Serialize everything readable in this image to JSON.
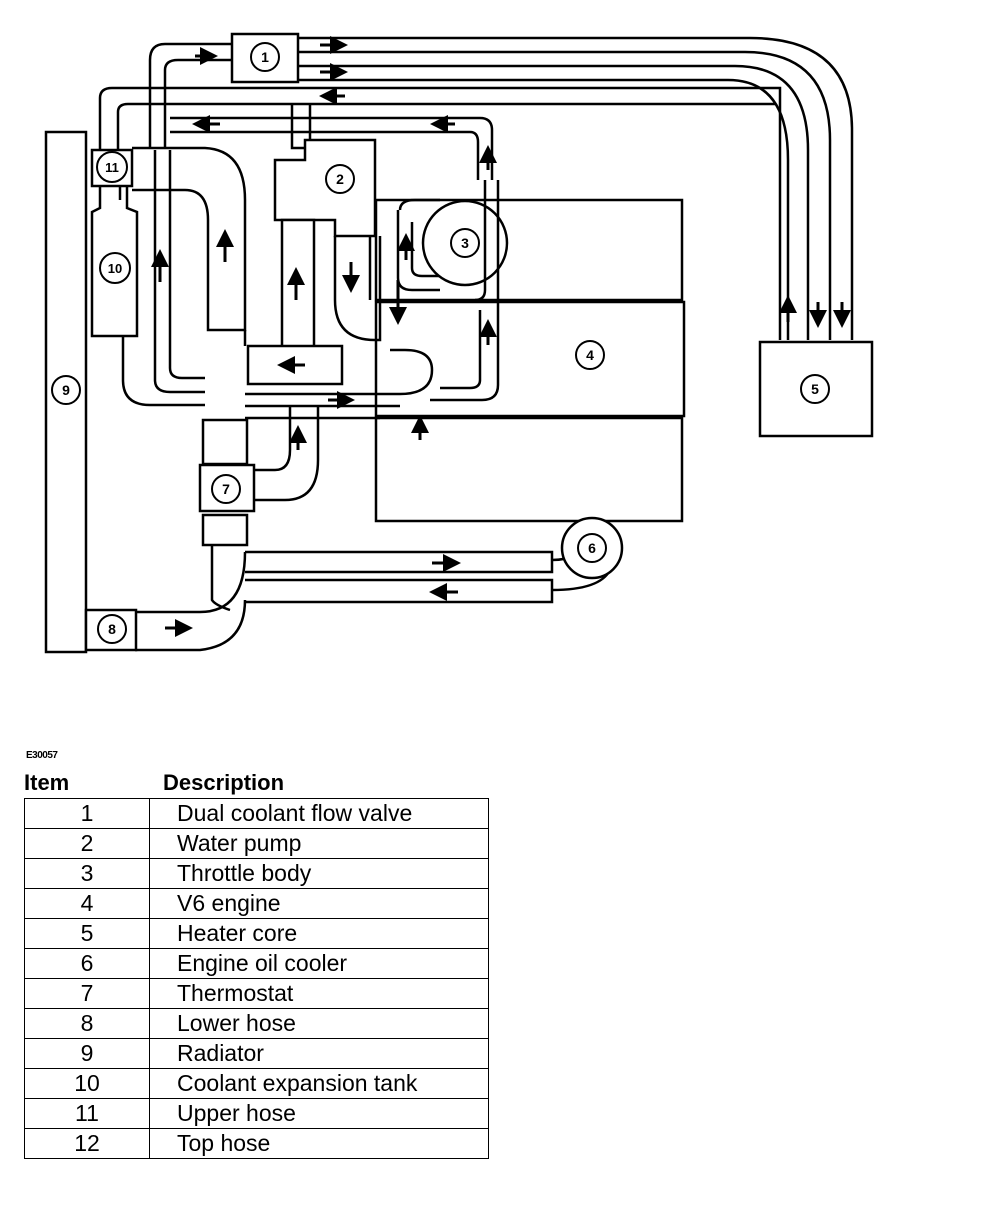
{
  "figure": {
    "reference_code": "E30057",
    "callouts": [
      "1",
      "2",
      "3",
      "4",
      "5",
      "6",
      "7",
      "8",
      "9",
      "10",
      "11"
    ]
  },
  "legend": {
    "header_item": "Item",
    "header_description": "Description",
    "rows": [
      {
        "item": "1",
        "description": "Dual coolant flow valve"
      },
      {
        "item": "2",
        "description": "Water pump"
      },
      {
        "item": "3",
        "description": "Throttle body"
      },
      {
        "item": "4",
        "description": "V6 engine"
      },
      {
        "item": "5",
        "description": "Heater core"
      },
      {
        "item": "6",
        "description": "Engine oil cooler"
      },
      {
        "item": "7",
        "description": "Thermostat"
      },
      {
        "item": "8",
        "description": "Lower hose"
      },
      {
        "item": "9",
        "description": "Radiator"
      },
      {
        "item": "10",
        "description": "Coolant expansion tank"
      },
      {
        "item": "11",
        "description": "Upper hose"
      },
      {
        "item": "12",
        "description": "Top hose"
      }
    ]
  }
}
